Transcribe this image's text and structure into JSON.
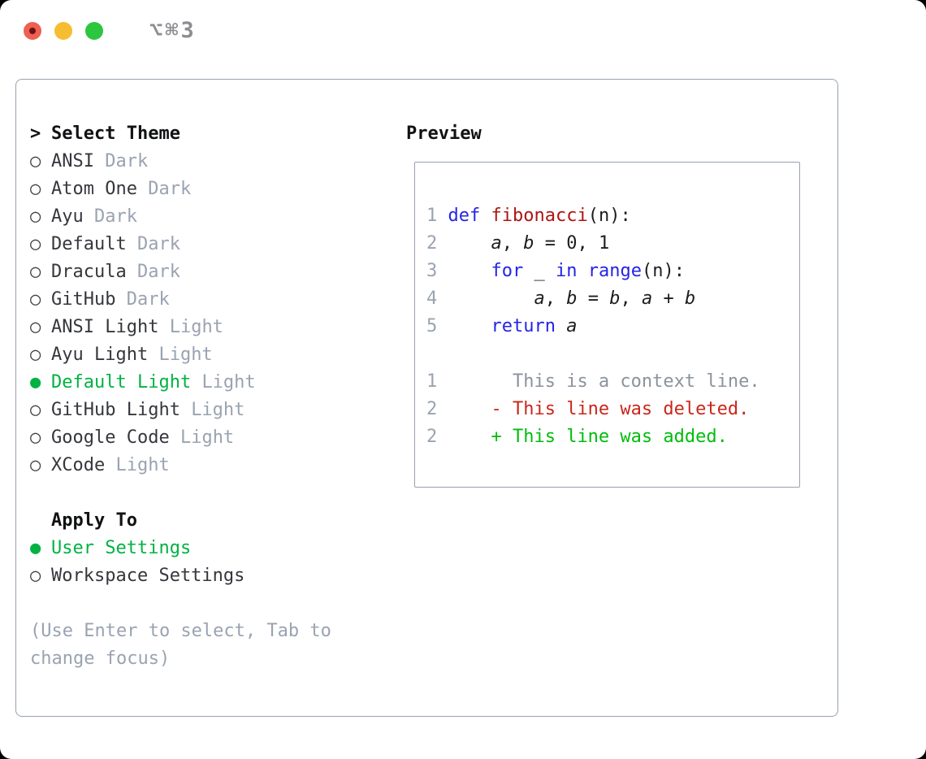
{
  "window": {
    "shortcut": "⌥⌘3",
    "traffic_lights": [
      "close",
      "minimize",
      "zoom"
    ]
  },
  "colors": {
    "accent_green": "#00b242",
    "muted": "#9aa3b1",
    "text_dark": "#35373c",
    "header_text": "#111214",
    "panel_border": "#98a1ad",
    "keyword": "#2424e8",
    "function": "#ac1513",
    "code_text": "#1d1d1f",
    "diff_context": "#8b939d",
    "diff_deleted": "#c9271a",
    "diff_added": "#00bd0c",
    "traffic_red": "#ef5f53",
    "traffic_yellow": "#f6bd32",
    "traffic_green": "#2dc63f"
  },
  "theme_selector": {
    "cursor": ">",
    "header": "Select Theme",
    "radio_empty": "○",
    "radio_filled": "●",
    "items": [
      {
        "name": "ANSI",
        "variant": "Dark",
        "selected": false
      },
      {
        "name": "Atom One",
        "variant": "Dark",
        "selected": false
      },
      {
        "name": "Ayu",
        "variant": "Dark",
        "selected": false
      },
      {
        "name": "Default",
        "variant": "Dark",
        "selected": false
      },
      {
        "name": "Dracula",
        "variant": "Dark",
        "selected": false
      },
      {
        "name": "GitHub",
        "variant": "Dark",
        "selected": false
      },
      {
        "name": "ANSI Light",
        "variant": "Light",
        "selected": false
      },
      {
        "name": "Ayu Light",
        "variant": "Light",
        "selected": false
      },
      {
        "name": "Default Light",
        "variant": "Light",
        "selected": true
      },
      {
        "name": "GitHub Light",
        "variant": "Light",
        "selected": false
      },
      {
        "name": "Google Code",
        "variant": "Light",
        "selected": false
      },
      {
        "name": "XCode",
        "variant": "Light",
        "selected": false
      }
    ]
  },
  "apply_to": {
    "header": "Apply To",
    "options": [
      {
        "label": "User Settings",
        "selected": true
      },
      {
        "label": "Workspace Settings",
        "selected": false
      }
    ]
  },
  "hint_lines": [
    "(Use Enter to select, Tab to",
    "change focus)"
  ],
  "preview": {
    "header": "Preview",
    "code_lines": [
      {
        "num": "1",
        "tokens": [
          {
            "t": "def",
            "c": "keyword"
          },
          {
            "t": " "
          },
          {
            "t": "fibonacci",
            "c": "function"
          },
          {
            "t": "(n):"
          }
        ]
      },
      {
        "num": "2",
        "tokens": [
          {
            "t": "    "
          },
          {
            "t": "a",
            "var": true
          },
          {
            "t": ", "
          },
          {
            "t": "b",
            "var": true
          },
          {
            "t": " = 0, 1"
          }
        ]
      },
      {
        "num": "3",
        "tokens": [
          {
            "t": "    "
          },
          {
            "t": "for",
            "c": "keyword"
          },
          {
            "t": " _ "
          },
          {
            "t": "in",
            "c": "keyword"
          },
          {
            "t": " "
          },
          {
            "t": "range",
            "c": "keyword"
          },
          {
            "t": "(n):"
          }
        ]
      },
      {
        "num": "4",
        "tokens": [
          {
            "t": "        "
          },
          {
            "t": "a",
            "var": true
          },
          {
            "t": ", "
          },
          {
            "t": "b",
            "var": true
          },
          {
            "t": " = "
          },
          {
            "t": "b",
            "var": true
          },
          {
            "t": ", "
          },
          {
            "t": "a",
            "var": true
          },
          {
            "t": " + "
          },
          {
            "t": "b",
            "var": true
          }
        ]
      },
      {
        "num": "5",
        "tokens": [
          {
            "t": "    "
          },
          {
            "t": "return",
            "c": "keyword"
          },
          {
            "t": " "
          },
          {
            "t": "a",
            "var": true
          }
        ]
      }
    ],
    "diff_lines": [
      {
        "num": "1",
        "text": "      This is a context line.",
        "kind": "context"
      },
      {
        "num": "2",
        "text": "    - This line was deleted.",
        "kind": "deleted"
      },
      {
        "num": "2",
        "text": "    + This line was added.",
        "kind": "added"
      }
    ]
  }
}
